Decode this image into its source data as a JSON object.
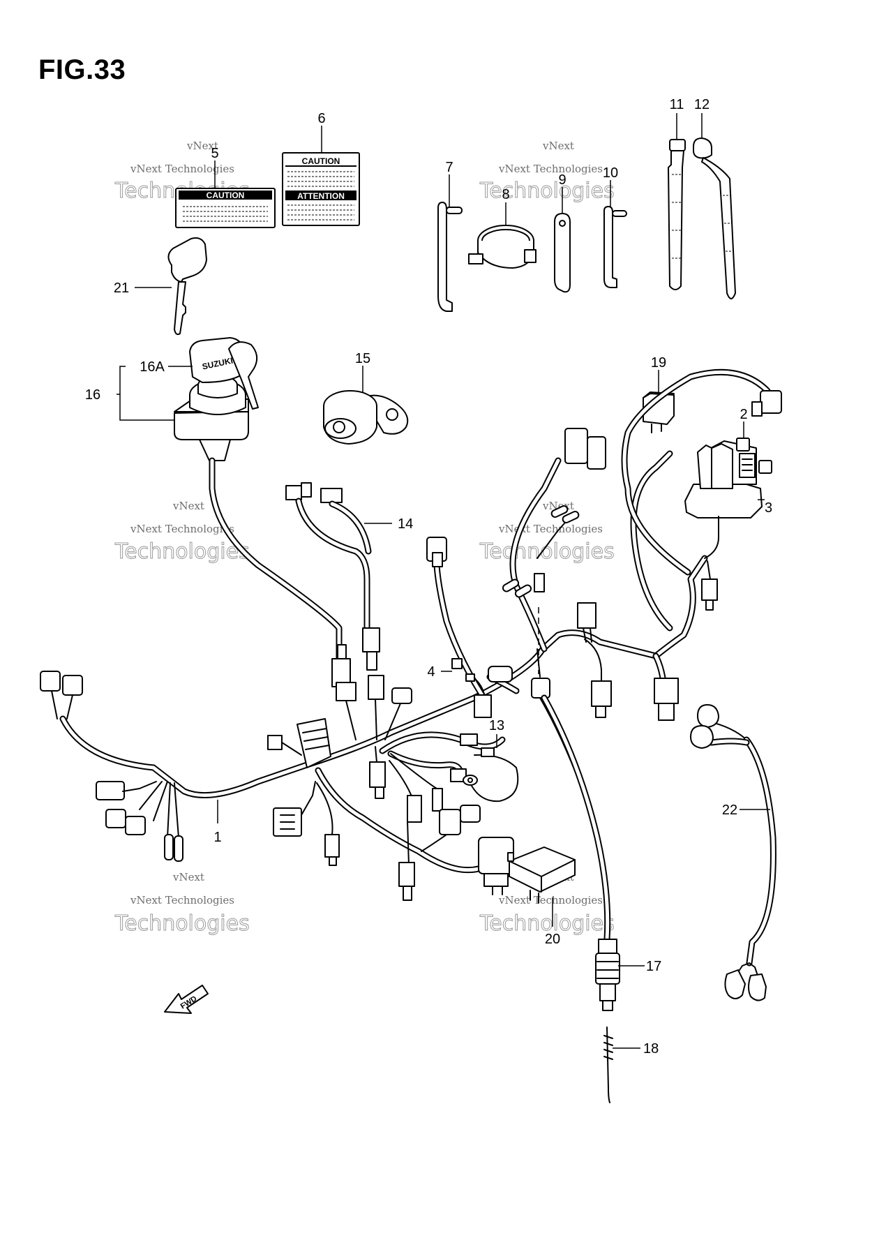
{
  "figure": {
    "title": "FIG.33"
  },
  "callouts": {
    "c1": "1",
    "c2": "2",
    "c3": "3",
    "c4": "4",
    "c5": "5",
    "c6": "6",
    "c7": "7",
    "c8": "8",
    "c9": "9",
    "c10": "10",
    "c11": "11",
    "c12": "12",
    "c13": "13",
    "c14": "14",
    "c15": "15",
    "c16": "16",
    "c16a": "16A",
    "c17": "17",
    "c18": "18",
    "c19": "19",
    "c20": "20",
    "c21": "21",
    "c22": "22"
  },
  "labels": {
    "caution": "CAUTION",
    "attention": "ATTENTION",
    "fwd": "FWD",
    "key_brand": "SUZUKI"
  },
  "watermark": {
    "line1": "vNext",
    "line2": "vNext Technologies",
    "line3": "Technologies"
  },
  "colors": {
    "ink": "#000000",
    "paper": "#ffffff",
    "watermark": "#9a9a9a"
  }
}
